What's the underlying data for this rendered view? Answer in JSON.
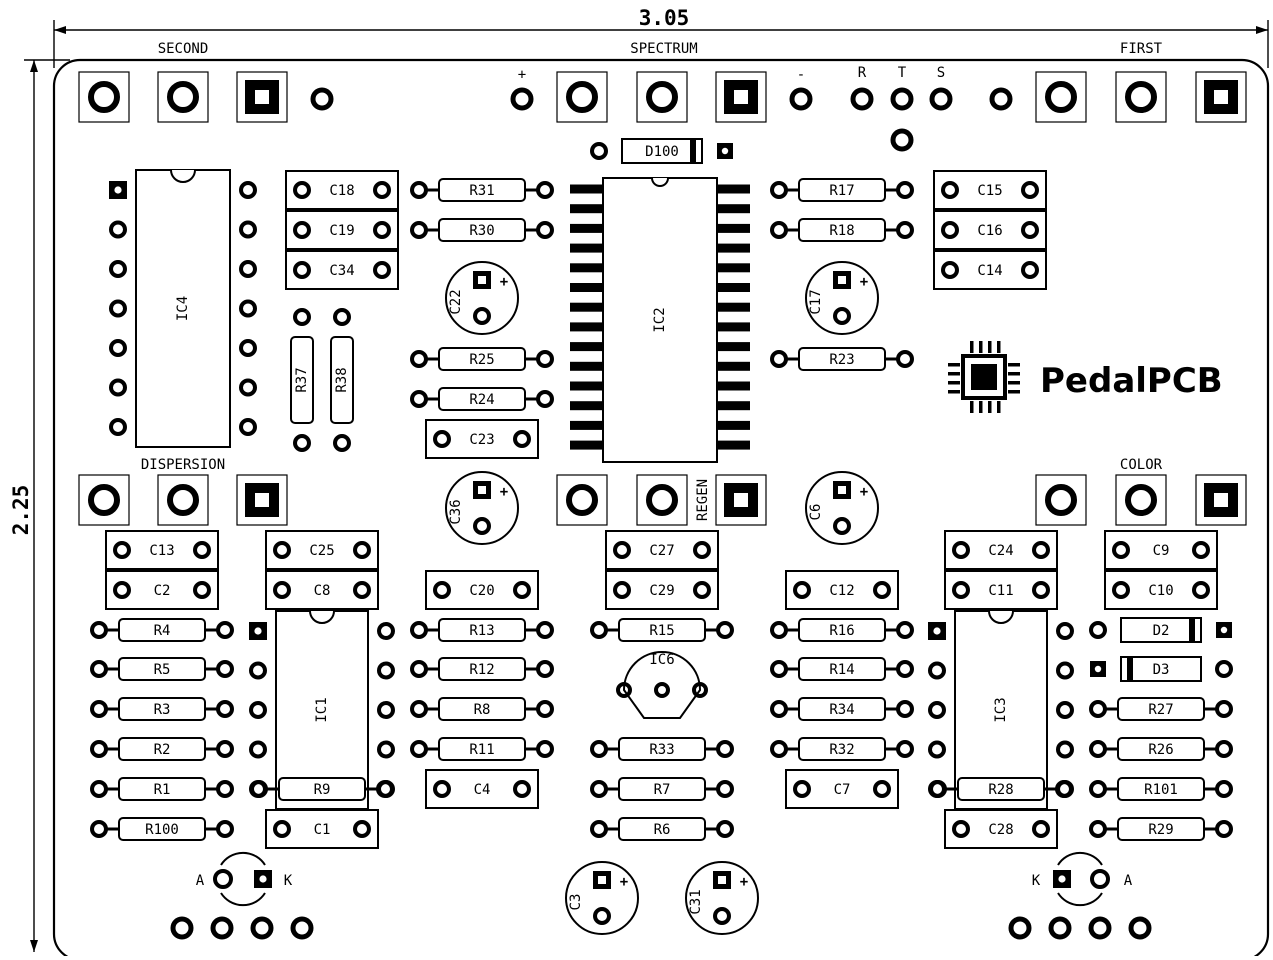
{
  "dimensions": {
    "width_label": "3.05",
    "height_label": "2.25"
  },
  "logo": {
    "text": "PedalPCB"
  },
  "jack_labels": {
    "second": "SECOND",
    "spectrum": "SPECTRUM",
    "first": "FIRST",
    "plus": "+",
    "minus": "-",
    "r": "R",
    "t": "T",
    "s": "S"
  },
  "pot_labels": {
    "dispersion": "DISPERSION",
    "regen": "REGEN",
    "color": "COLOR"
  },
  "led_labels": {
    "a": "A",
    "k": "K"
  },
  "components": {
    "d100": "D100",
    "ic4": "IC4",
    "ic2": "IC2",
    "ic1": "IC1",
    "ic3": "IC3",
    "ic6": "IC6",
    "c18": "C18",
    "c19": "C19",
    "c34": "C34",
    "c15": "C15",
    "c16": "C16",
    "c14": "C14",
    "c23": "C23",
    "c13": "C13",
    "c2": "C2",
    "c25": "C25",
    "c8": "C8",
    "c20": "C20",
    "c27": "C27",
    "c29": "C29",
    "c12": "C12",
    "c24": "C24",
    "c11": "C11",
    "c9": "C9",
    "c10": "C10",
    "c4": "C4",
    "c7": "C7",
    "c1": "C1",
    "c28": "C28",
    "c22": "C22",
    "c17": "C17",
    "c36": "C36",
    "c6": "C6",
    "c3": "C3",
    "c31": "C31",
    "r31": "R31",
    "r30": "R30",
    "r17": "R17",
    "r18": "R18",
    "r25": "R25",
    "r24": "R24",
    "r23": "R23",
    "r37": "R37",
    "r38": "R38",
    "r4": "R4",
    "r5": "R5",
    "r3": "R3",
    "r2": "R2",
    "r1": "R1",
    "r100": "R100",
    "r9": "R9",
    "r13": "R13",
    "r12": "R12",
    "r8": "R8",
    "r11": "R11",
    "r15": "R15",
    "r33": "R33",
    "r7": "R7",
    "r6": "R6",
    "r16": "R16",
    "r14": "R14",
    "r34": "R34",
    "r32": "R32",
    "r28": "R28",
    "r27": "R27",
    "r26": "R26",
    "r101": "R101",
    "r29": "R29",
    "d2": "D2",
    "d3": "D3"
  }
}
